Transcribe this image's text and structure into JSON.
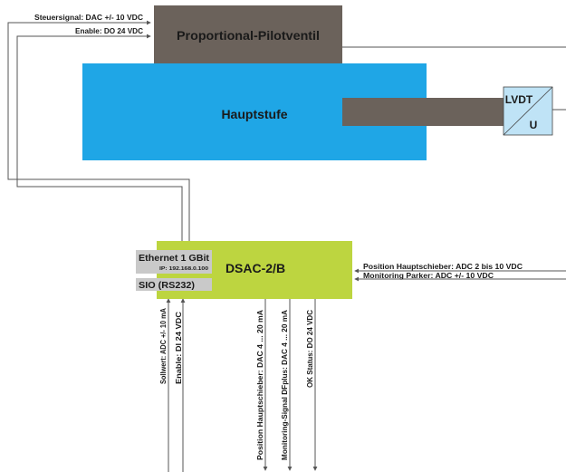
{
  "colors": {
    "pilot_valve_fill": "#6b625b",
    "main_stage_fill": "#1fa6e6",
    "spool_fill": "#6b625b",
    "lvdt_fill": "#bfe3f6",
    "controller_fill": "#bdd540",
    "port_box_fill": "#c9c9c9",
    "wire": "#555555"
  },
  "pilot_valve": {
    "label": "Proportional-Pilotventil"
  },
  "main_stage": {
    "label": "Hauptstufe"
  },
  "lvdt": {
    "top_label": "LVDT",
    "bottom_label": "U"
  },
  "controller": {
    "label": "DSAC-2/B",
    "ethernet": {
      "label": "Ethernet 1 GBit",
      "ip": "IP: 192.168.0.100"
    },
    "sio": {
      "label": "SIO (RS232)"
    }
  },
  "valve_signals": {
    "control": "Steuersignal: DAC +/- 10 VDC",
    "enable": "Enable: DO 24 VDC"
  },
  "right_signals": {
    "position": "Position Hauptschieber: ADC 2 bis 10 VDC",
    "monitoring": "Monitoring Parker: ADC +/- 10 VDC"
  },
  "bottom_signals": {
    "setpoint": "Sollwert: ADC +/- 10 mA",
    "enable_in": "Enable: DI 24 VDC",
    "position_out": "Position Hauptschieber: DAC 4 ... 20 mA",
    "monitoring_out": "Monitoring-Signal DFplus: DAC 4 ... 20 mA",
    "ok_status": "OK Status: DO 24 VDC"
  }
}
